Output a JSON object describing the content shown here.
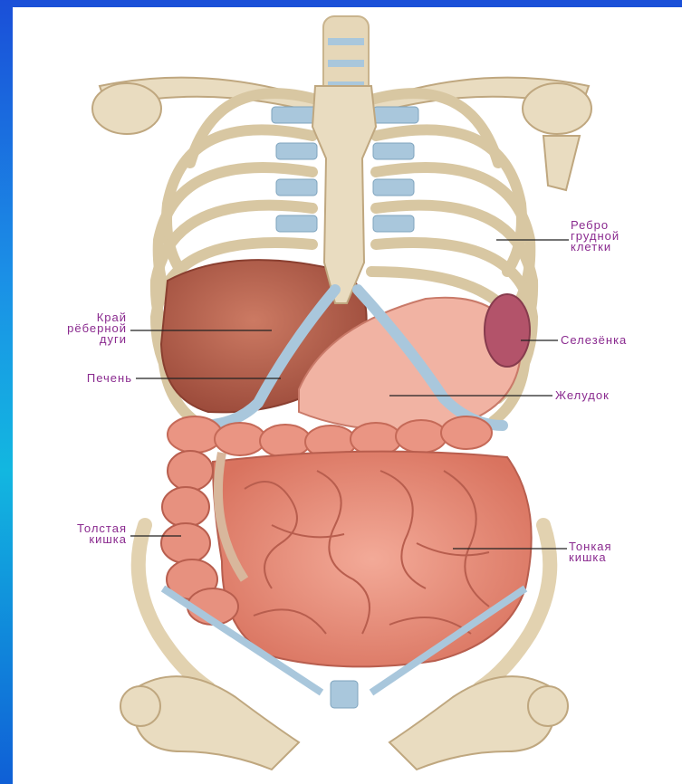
{
  "labels": {
    "rib": "Ребро\nгрудной\nклетки",
    "costal_margin": "Край\nрёберной\nдуги",
    "liver": "Печень",
    "spleen": "Селезёнка",
    "stomach": "Желудок",
    "large_intestine": "Толстая\nкишка",
    "small_intestine": "Тонкая\nкишка"
  },
  "colors": {
    "border_gradient": [
      "#1a4fd8",
      "#12b7e0"
    ],
    "label": "#8a2a8f",
    "bone": "#e9dcc0",
    "cartilage": "#a9c7dc",
    "organ": "#e98f7c",
    "liver": "#b8604c"
  }
}
